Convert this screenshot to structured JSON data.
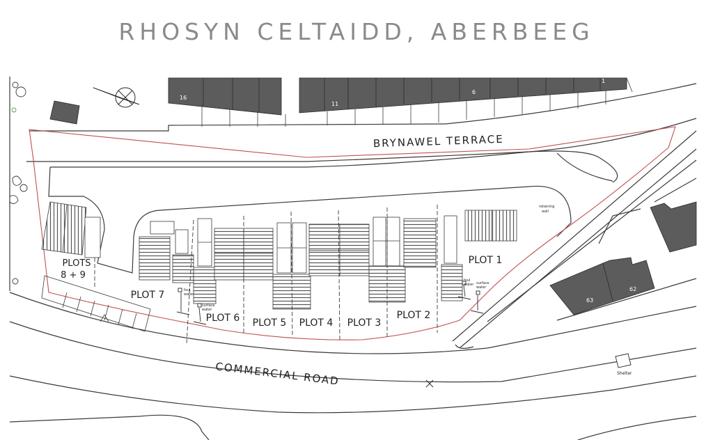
{
  "title": "RHOSYN CELTAIDD, ABERBEEG",
  "colors": {
    "building_fill": "#5c5c5c",
    "boundary": "#c0504d",
    "line": "#3a3a3a",
    "title": "#8a8a8a"
  },
  "icons": [
    "north-arrow-icon",
    "tree-icon",
    "bus-shelter-icon"
  ],
  "roads": {
    "upper": "BRYNAWEL TERRACE",
    "lower": "COMMERCIAL ROAD"
  },
  "plots": {
    "p89_line1": "PLOTS",
    "p89_line2": "8 + 9",
    "p7": "PLOT 7",
    "p6": "PLOT 6",
    "p5": "PLOT 5",
    "p4": "PLOT 4",
    "p3": "PLOT 3",
    "p2": "PLOT 2",
    "p1": "PLOT 1"
  },
  "house_numbers": {
    "n16": "16",
    "n11": "11",
    "n6": "6",
    "n1": "1",
    "n63": "63",
    "n62": "62"
  },
  "notes": {
    "shelter": "Shelter",
    "retaining_wall_1": "retaining",
    "retaining_wall_2": "wall",
    "foul_1": "foul",
    "foul_2": "water",
    "surface_1": "surface",
    "surface_2": "water"
  }
}
